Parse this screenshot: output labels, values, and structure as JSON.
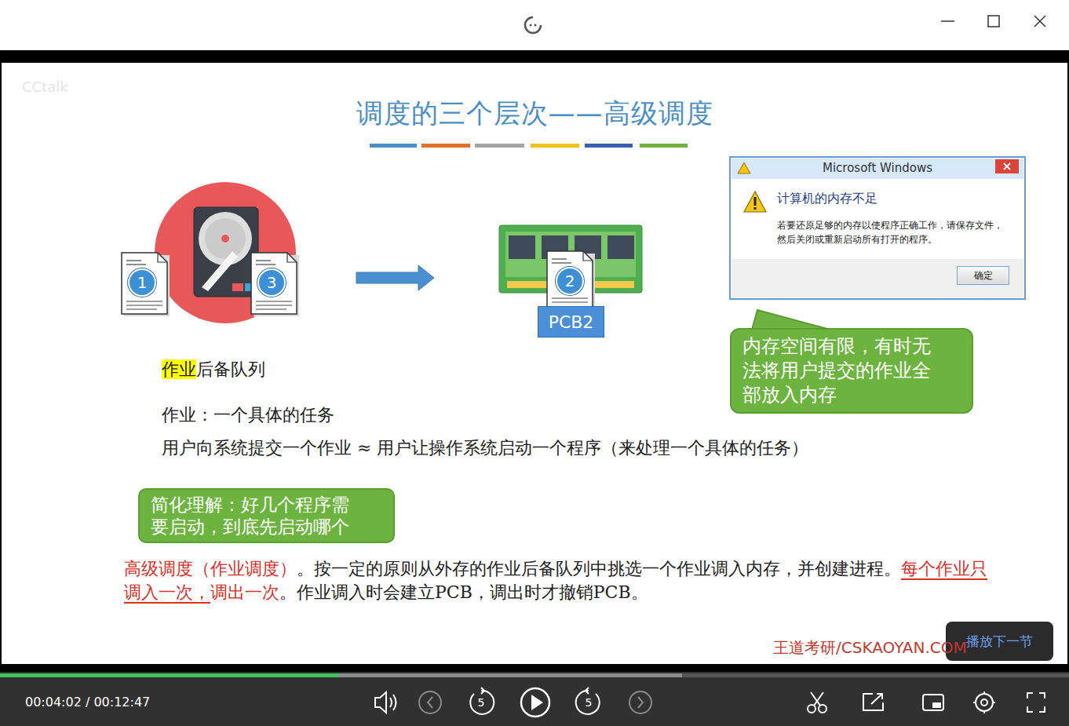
{
  "diagram": {
    "title": "调度的三个层次——高级调度",
    "nodes": [
      {
        "text": [
          "1"
        ]
      },
      {
        "text": [
          "3"
        ]
      },
      {
        "text": [
          "2"
        ]
      },
      {
        "text": [
          "PCB2"
        ]
      },
      {
        "text": [
          "Microsoft Windows",
          "计算机的内存不足",
          "若要还原足够的内存以使程序正确工作，请保存文件，然后关闭或重新启动所有打开的程序。"
        ]
      },
      {
        "text": [
          "确定"
        ],
        "in": 4
      },
      {
        "text": [
          "内存空间有限，有时无法将用户提交的作业全部放入内存"
        ]
      },
      {
        "text": [
          "简化理解：好几个程序需要启动，到底先启动哪个"
        ]
      },
      {
        "text": [
          "播放下一节"
        ]
      }
    ],
    "labels": [
      "CCtalk",
      "作业",
      "后备队列",
      "作业：一个具体的任务",
      "用户向系统提交一个作业 ≈ 用户让操作系统启动一个程序（来处理一个具体的任务）",
      "高级调度（作业调度）",
      "。按一定的原则从外存的作业后备队列中挑选一个作业调入内存，并创建进程。",
      "每个作业只调入一次，",
      "调出一次",
      "。作业调入时会建立PCB，调出时才撤销PCB。",
      "王道考研/CSKAOYAN.COM",
      "00:04:02 / 00:12:47",
      "5",
      "5"
    ]
  }
}
